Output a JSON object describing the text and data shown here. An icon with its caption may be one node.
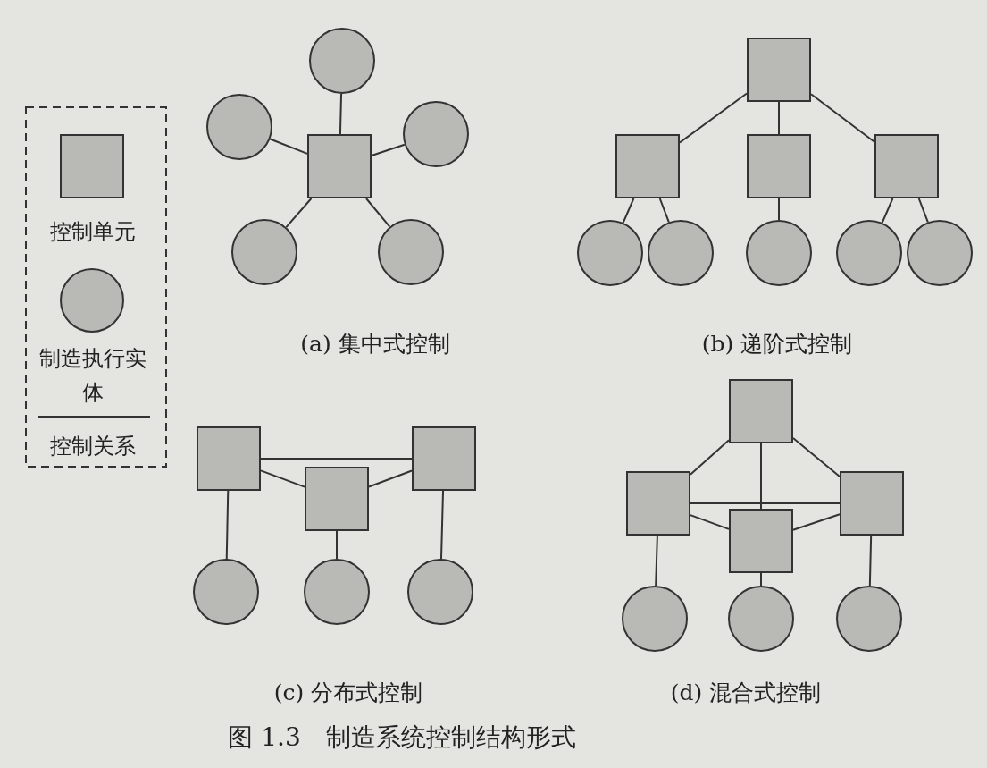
{
  "diagram": {
    "caption": "图 1.3　制造系统控制结构形式",
    "nodes": [
      {
        "text": [],
        "shape": "circle"
      },
      {
        "text": [],
        "shape": "circle"
      },
      {
        "text": [],
        "shape": "circle"
      },
      {
        "text": [],
        "shape": "box"
      },
      {
        "text": [],
        "shape": "circle"
      },
      {
        "text": [],
        "shape": "circle"
      },
      {
        "text": [],
        "shape": "box"
      },
      {
        "text": [],
        "shape": "box"
      },
      {
        "text": [],
        "shape": "box"
      },
      {
        "text": [],
        "shape": "box"
      },
      {
        "text": [],
        "shape": "circle"
      },
      {
        "text": [],
        "shape": "circle"
      },
      {
        "text": [],
        "shape": "circle"
      },
      {
        "text": [],
        "shape": "circle"
      },
      {
        "text": [],
        "shape": "circle"
      },
      {
        "text": [],
        "shape": "box"
      },
      {
        "text": [],
        "shape": "box"
      },
      {
        "text": [],
        "shape": "box"
      },
      {
        "text": [],
        "shape": "circle"
      },
      {
        "text": [],
        "shape": "circle"
      },
      {
        "text": [],
        "shape": "circle"
      },
      {
        "text": [],
        "shape": "box"
      },
      {
        "text": [],
        "shape": "box"
      },
      {
        "text": [],
        "shape": "box"
      },
      {
        "text": [],
        "shape": "box"
      },
      {
        "text": [],
        "shape": "circle"
      },
      {
        "text": [],
        "shape": "circle"
      },
      {
        "text": [],
        "shape": "circle"
      }
    ],
    "edges": [
      {
        "from": 3,
        "to": 0,
        "arrow": "none"
      },
      {
        "from": 3,
        "to": 1,
        "arrow": "none"
      },
      {
        "from": 3,
        "to": 2,
        "arrow": "none"
      },
      {
        "from": 3,
        "to": 4,
        "arrow": "none"
      },
      {
        "from": 3,
        "to": 5,
        "arrow": "none"
      },
      {
        "from": 6,
        "to": 7,
        "arrow": "none"
      },
      {
        "from": 6,
        "to": 8,
        "arrow": "none"
      },
      {
        "from": 6,
        "to": 9,
        "arrow": "none"
      },
      {
        "from": 7,
        "to": 10,
        "arrow": "none"
      },
      {
        "from": 7,
        "to": 11,
        "arrow": "none"
      },
      {
        "from": 8,
        "to": 12,
        "arrow": "none"
      },
      {
        "from": 9,
        "to": 13,
        "arrow": "none"
      },
      {
        "from": 9,
        "to": 14,
        "arrow": "none"
      },
      {
        "from": 15,
        "to": 16,
        "arrow": "none"
      },
      {
        "from": 15,
        "to": 17,
        "arrow": "none"
      },
      {
        "from": 16,
        "to": 17,
        "arrow": "none"
      },
      {
        "from": 15,
        "to": 18,
        "arrow": "none"
      },
      {
        "from": 17,
        "to": 19,
        "arrow": "none"
      },
      {
        "from": 16,
        "to": 20,
        "arrow": "none"
      },
      {
        "from": 21,
        "to": 22,
        "arrow": "none"
      },
      {
        "from": 21,
        "to": 24,
        "arrow": "none"
      },
      {
        "from": 21,
        "to": 23,
        "arrow": "none"
      },
      {
        "from": 22,
        "to": 23,
        "arrow": "none"
      },
      {
        "from": 22,
        "to": 24,
        "arrow": "none"
      },
      {
        "from": 23,
        "to": 24,
        "arrow": "none"
      },
      {
        "from": 22,
        "to": 25,
        "arrow": "none"
      },
      {
        "from": 24,
        "to": 26,
        "arrow": "none"
      },
      {
        "from": 23,
        "to": 27,
        "arrow": "none"
      }
    ],
    "labels": [
      "(a) 集中式控制",
      "(b) 递阶式控制",
      "(c) 分布式控制",
      "(d) 混合式控制"
    ],
    "legend": [
      {
        "text": "控制单元"
      },
      {
        "text": "制造执行实体"
      },
      {
        "text": "控制关系"
      }
    ]
  }
}
